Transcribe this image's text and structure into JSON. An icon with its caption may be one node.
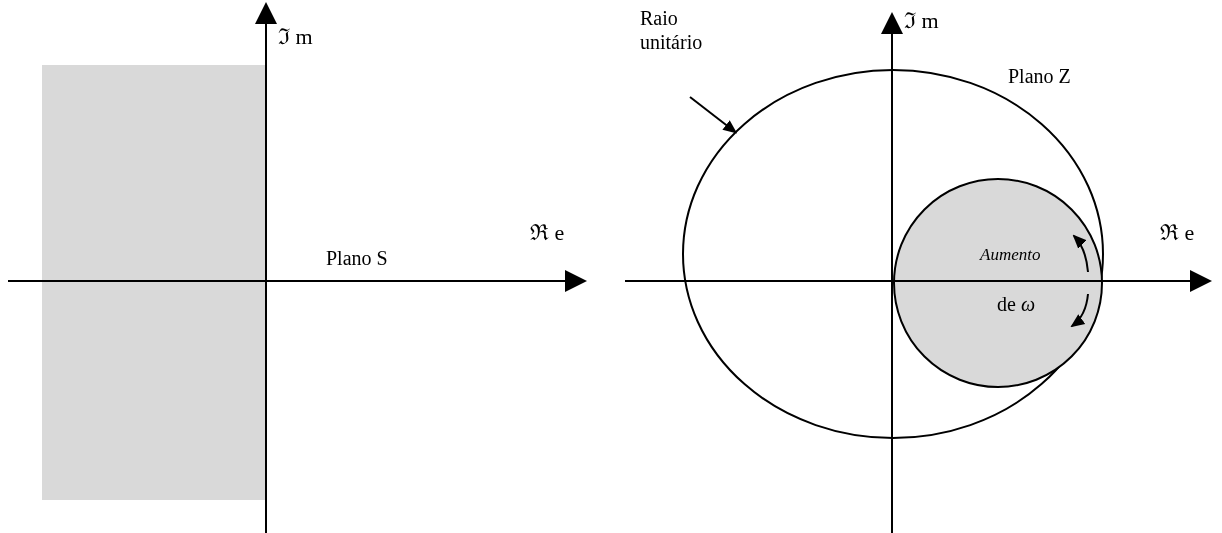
{
  "diagram": {
    "nodes": [
      {
        "text": [
          "Raio unitário"
        ]
      },
      {
        "text": [],
        "shape": "circle"
      }
    ],
    "edges": [
      {
        "from": 0,
        "to": 1,
        "arrow": "to"
      }
    ],
    "labels": [
      "ℑ m",
      "Plano S",
      "ℜ e",
      "ℑ m",
      "Plano Z",
      "ℜ e",
      "Aumento",
      "de *ω*"
    ]
  }
}
